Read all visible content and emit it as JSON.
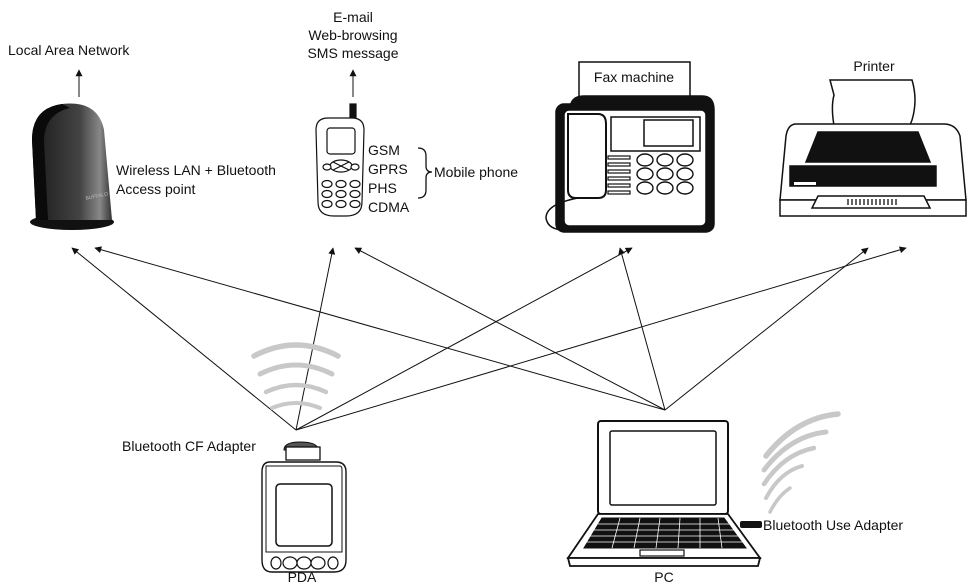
{
  "labels": {
    "lan": "Local Area Network",
    "services": [
      "E-mail",
      "Web-browsing",
      "SMS message"
    ],
    "access_point": [
      "Wireless LAN + Bluetooth",
      "Access point"
    ],
    "protocols": [
      "GSM",
      "GPRS",
      "PHS",
      "CDMA"
    ],
    "mobile_phone": "Mobile phone",
    "fax": "Fax machine",
    "printer": "Printer",
    "cf_adapter": "Bluetooth CF Adapter",
    "use_adapter": "Bluetooth Use Adapter",
    "pda": "PDA",
    "pc": "PC"
  },
  "colors": {
    "ink": "#111111",
    "wave": "#c8c8c8",
    "device_dark": "#2a2a2a"
  }
}
